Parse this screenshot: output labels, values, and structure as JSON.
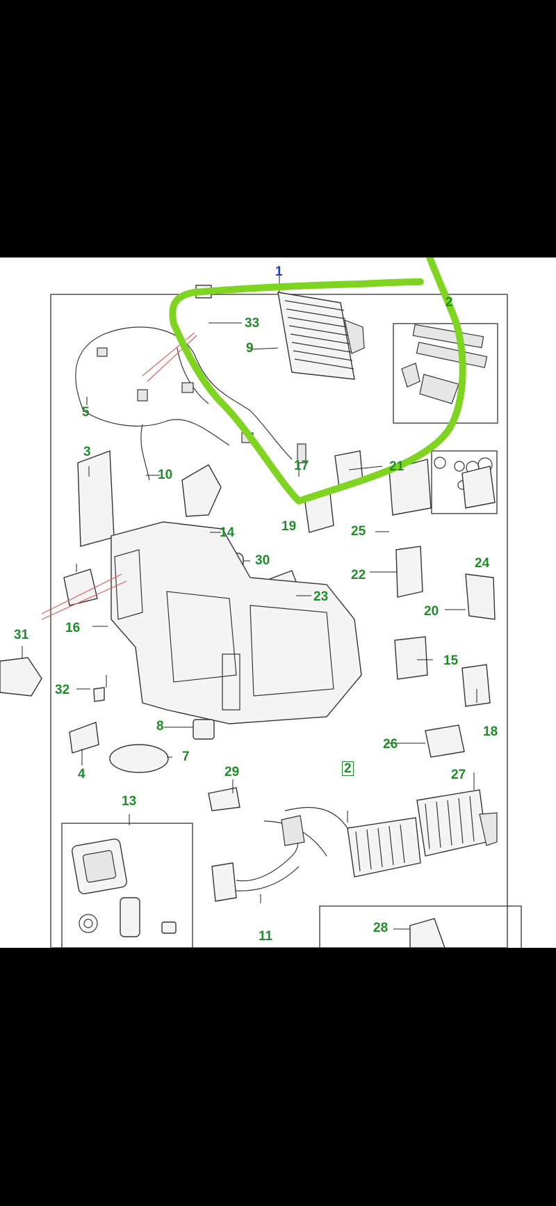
{
  "labels": {
    "l1": "1",
    "l2": "2",
    "l3": "3",
    "l4": "4",
    "l5": "5",
    "l7": "7",
    "l8": "8",
    "l9": "9",
    "l10": "10",
    "l11": "11",
    "l13": "13",
    "l14": "14",
    "l15": "15",
    "l16": "16",
    "l17": "17",
    "l18": "18",
    "l19": "19",
    "l20": "20",
    "l21": "21",
    "l22": "22",
    "l23": "23",
    "l24": "24",
    "l25": "25",
    "l26": "26",
    "l27": "27",
    "l28": "28",
    "l29": "29",
    "l30": "30",
    "l31": "31",
    "l32": "32",
    "l33": "33",
    "l2box": "2"
  },
  "colors": {
    "label_green": "#1f8c2a",
    "label_blue": "#1a3fb8",
    "highlight_green": "#7fd321",
    "leader_red": "#e06060",
    "background_bar": "#000000"
  }
}
